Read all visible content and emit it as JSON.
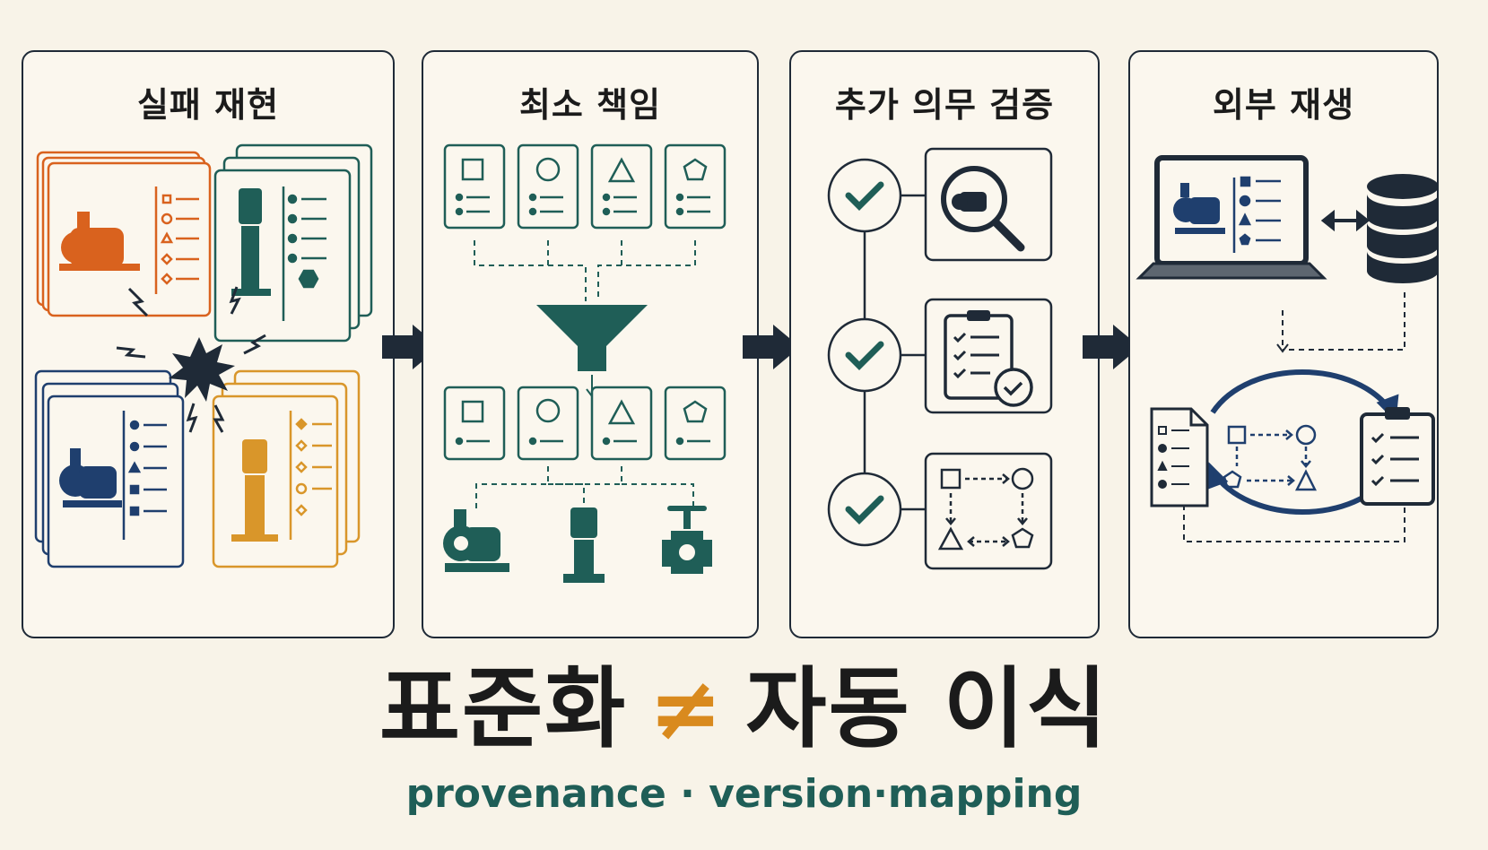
{
  "panels": [
    {
      "title": "실패 재현"
    },
    {
      "title": "최소 책임"
    },
    {
      "title": "추가 의무 검증"
    },
    {
      "title": "외부 재생"
    }
  ],
  "headline": {
    "left": "표준화",
    "symbol": "≠",
    "right": "자동 이식"
  },
  "subline": "provenance · version·mapping",
  "colors": {
    "ink": "#1f2a37",
    "orange": "#d9621e",
    "teal": "#1f5e57",
    "navy": "#1f3f6e",
    "gold": "#d9962a",
    "background": "#f8f3e8"
  },
  "icons": [
    "pump-icon",
    "vertical-pump-icon",
    "valve-icon",
    "funnel-icon",
    "check-icon",
    "magnifier-icon",
    "clipboard-icon",
    "laptop-icon",
    "database-icon",
    "document-icon",
    "burst-icon",
    "right-arrow-icon"
  ]
}
